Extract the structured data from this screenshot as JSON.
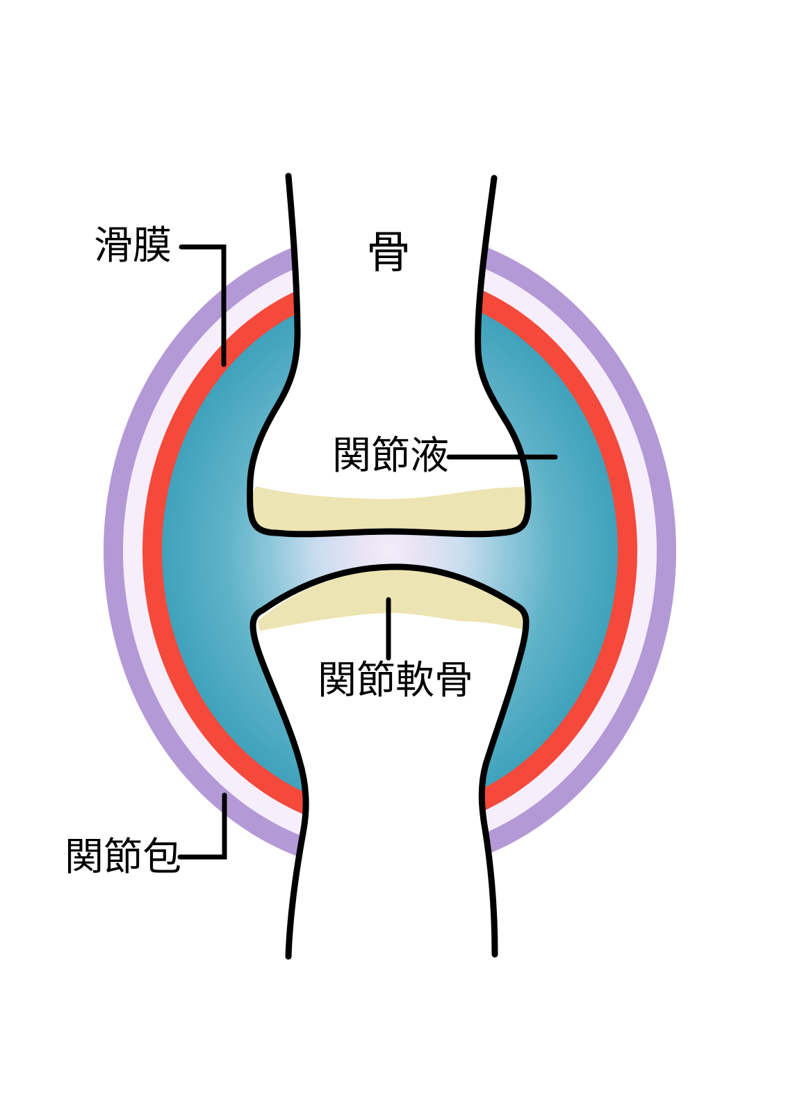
{
  "diagram_subject": "synovial-joint-anatomy",
  "labels": {
    "bone": "骨",
    "synovial_membrane": "滑膜",
    "synovial_fluid": "関節液",
    "articular_cartilage": "関節軟骨",
    "joint_capsule": "関節包"
  },
  "colors": {
    "background": "#ffffff",
    "outline": "#000000",
    "joint_capsule_ring": "#b499d7",
    "capsule_lining_ring": "#f6eefb",
    "synovial_membrane_ring": "#f5493b",
    "cartilage": "#ece4b2",
    "bone_fill": "#ffffff",
    "fluid_center": "#f3edf9",
    "fluid_inner": "#e7e3f4",
    "fluid_light": "#c9ddef",
    "fluid_mid": "#8fc7da",
    "fluid_deep": "#5fb2c8",
    "fluid_edge": "#3fa2bb"
  }
}
